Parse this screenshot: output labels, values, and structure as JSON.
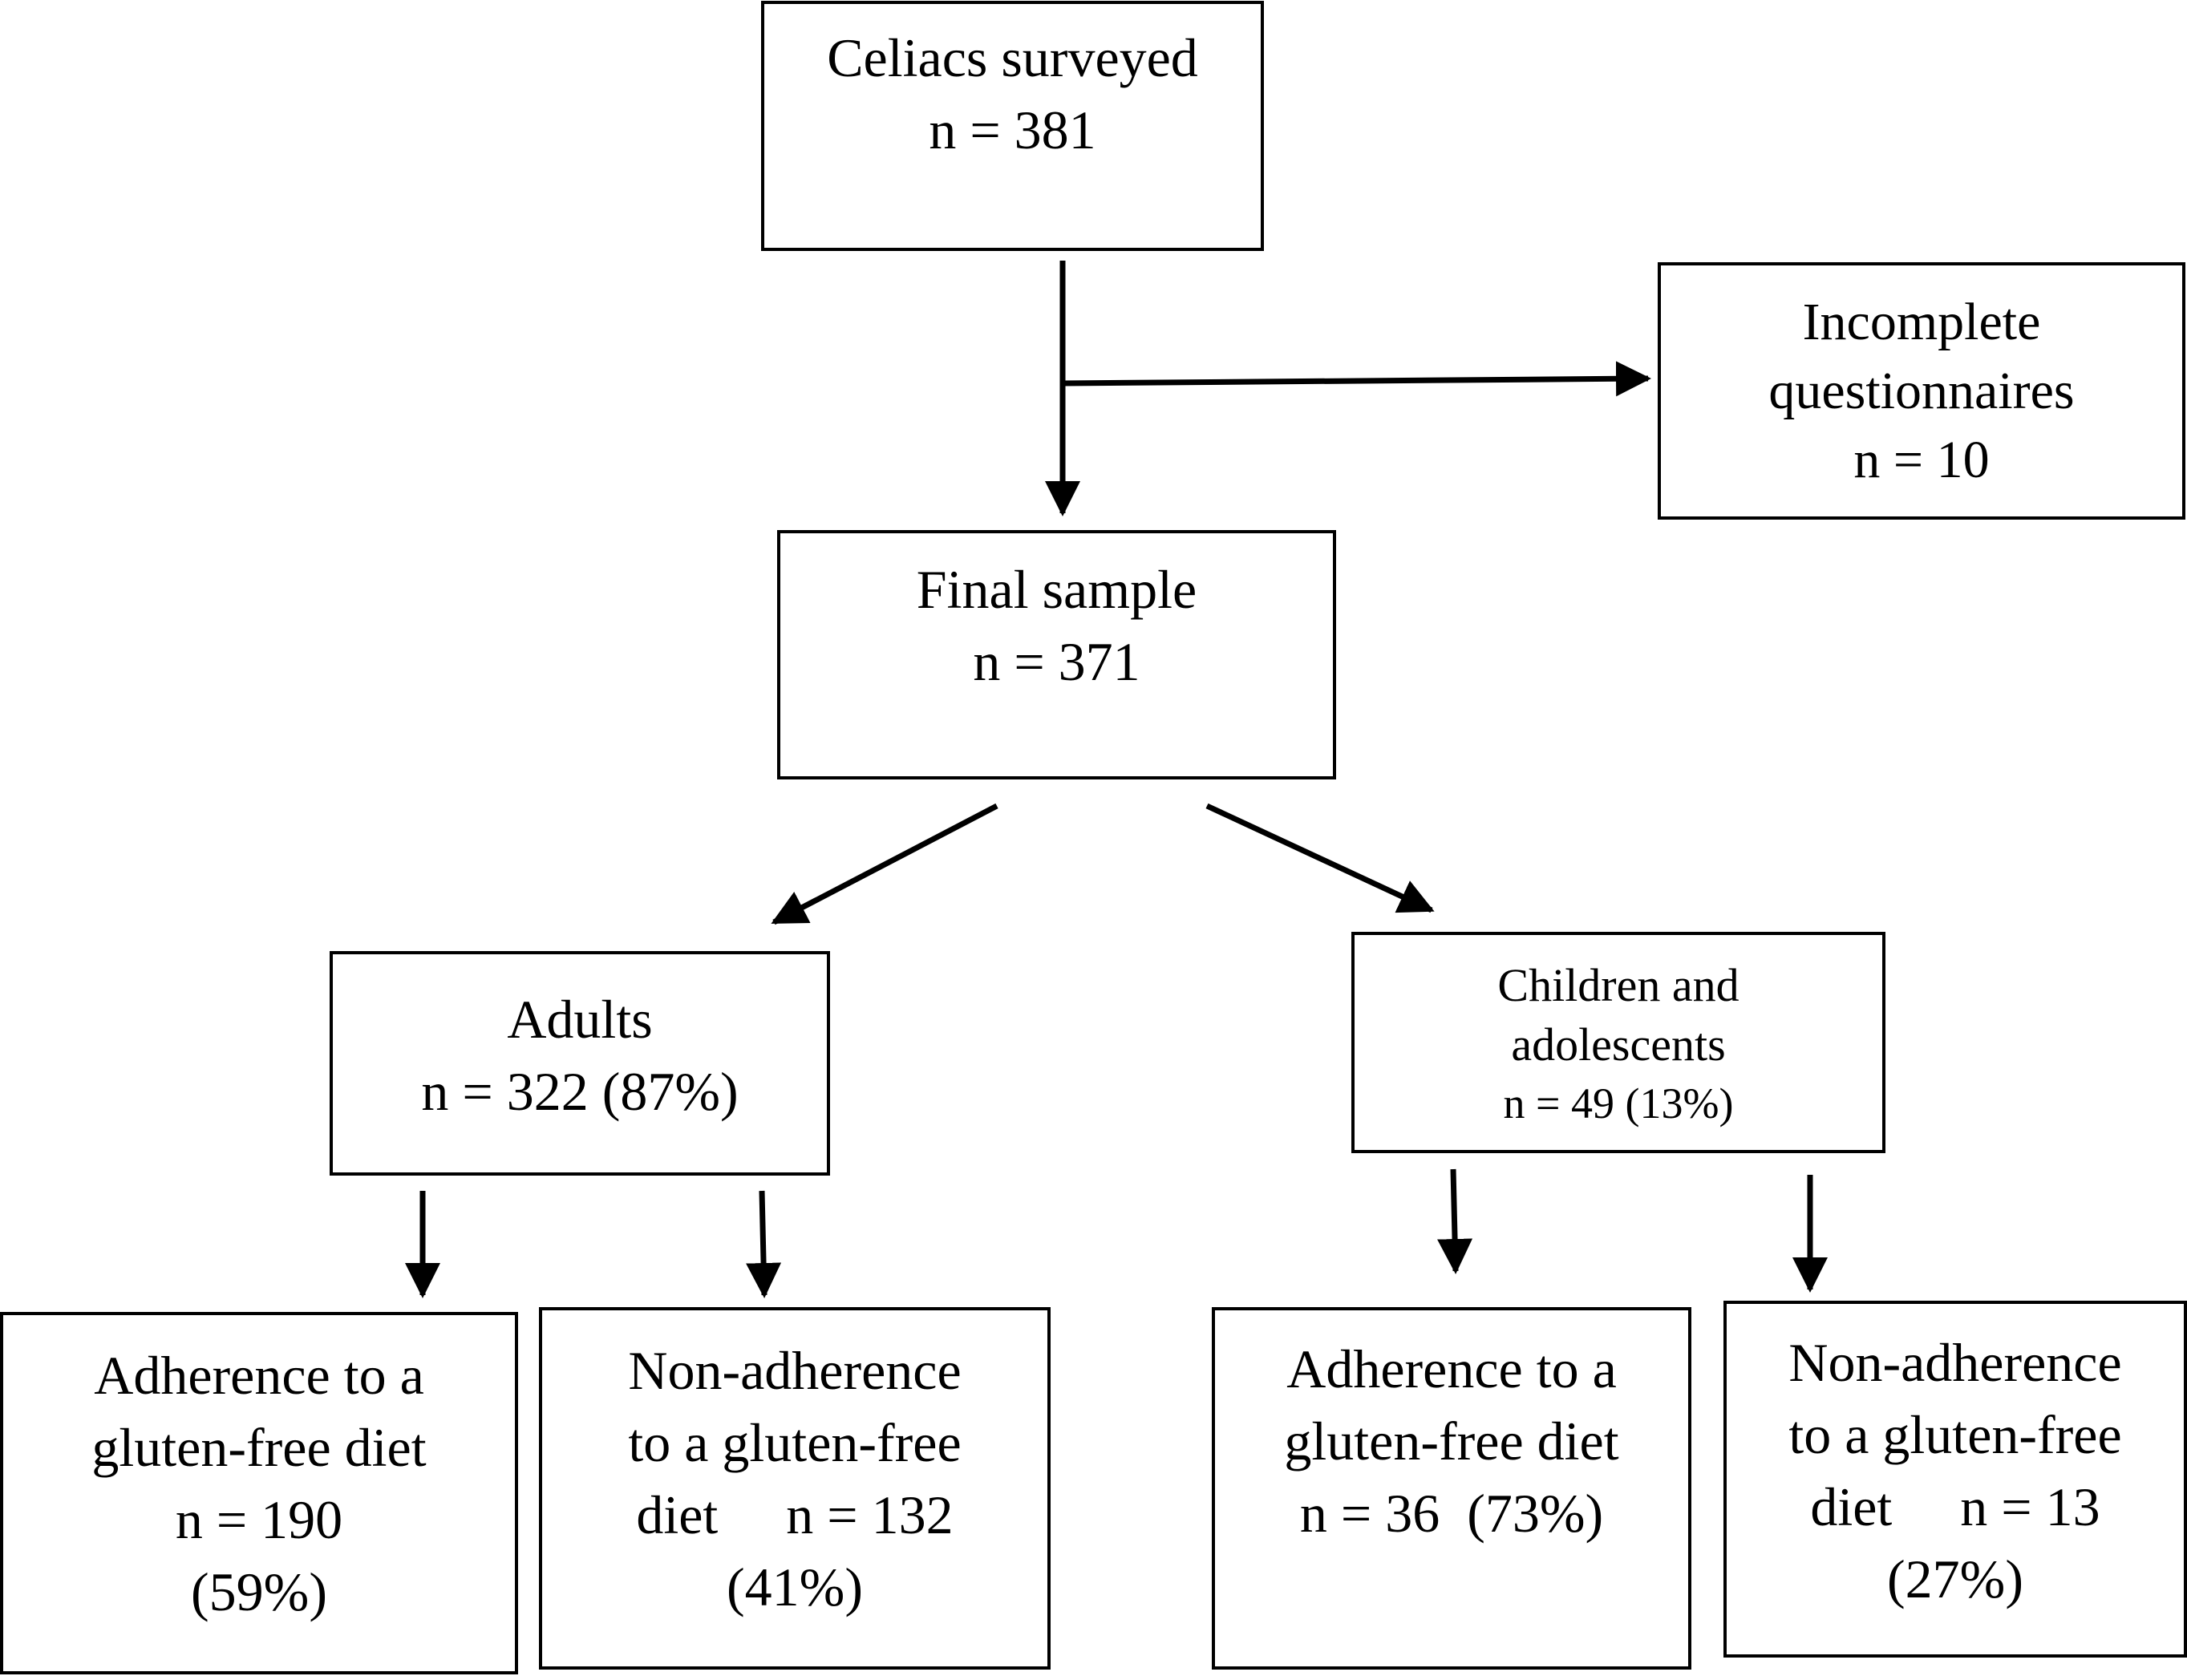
{
  "flowchart": {
    "celiacs_surveyed": {
      "label": "Celiacs surveyed",
      "count": "n = 381"
    },
    "incomplete": {
      "label_line1": "Incomplete",
      "label_line2": "questionnaires",
      "count": "n = 10"
    },
    "final_sample": {
      "label": "Final sample",
      "count": "n = 371"
    },
    "adults": {
      "label": "Adults",
      "count": "n = 322 (87%)"
    },
    "children": {
      "label_line1": "Children and",
      "label_line2": "adolescents",
      "count": "n = 49 (13%)"
    },
    "adults_adherence": {
      "line1": "Adherence to a",
      "line2": "gluten-free diet",
      "count": "n = 190",
      "percent": "(59%)"
    },
    "adults_non_adherence": {
      "line1": "Non-adherence",
      "line2": "to a gluten-free",
      "line3": "diet     n = 132",
      "percent": "(41%)"
    },
    "children_adherence": {
      "line1": "Adherence to a",
      "line2": "gluten-free diet",
      "line3": "n = 36  (73%)"
    },
    "children_non_adherence": {
      "line1": "Non-adherence",
      "line2": "to a gluten-free",
      "line3": "diet     n = 13",
      "percent": "(27%)"
    }
  },
  "colors": {
    "stroke": "#000000",
    "background": "#ffffff"
  }
}
